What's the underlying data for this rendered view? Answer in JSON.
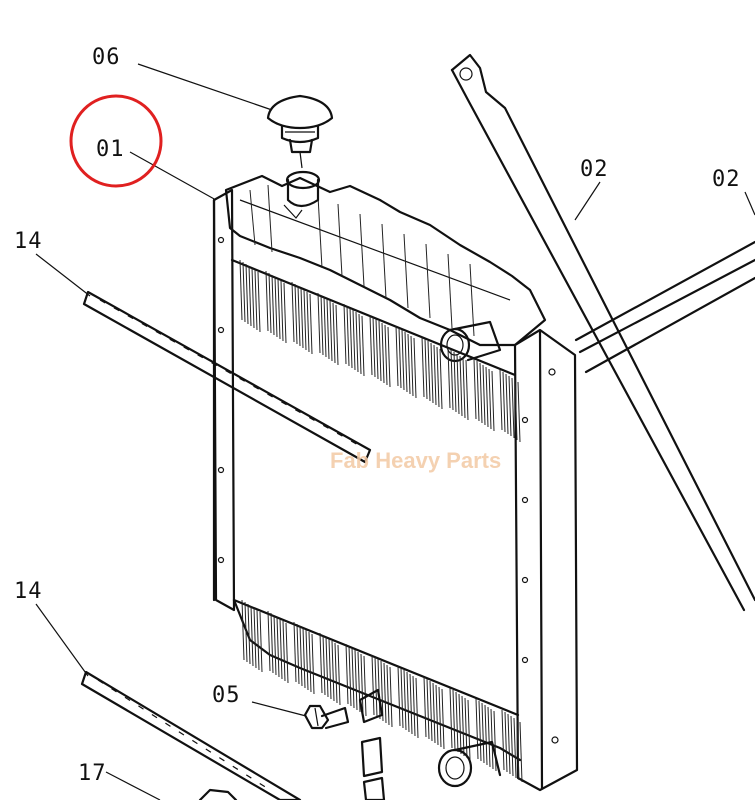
{
  "diagram": {
    "labels": {
      "cap": "06",
      "radiator": "01",
      "stay_left": "02",
      "stay_right": "02",
      "seal_upper": "14",
      "seal_lower": "14",
      "drain_cock": "05",
      "bottom_part": "17"
    },
    "watermark": "Fab Heavy Parts",
    "highlight": {
      "target": "01",
      "color": "#e02020"
    }
  }
}
